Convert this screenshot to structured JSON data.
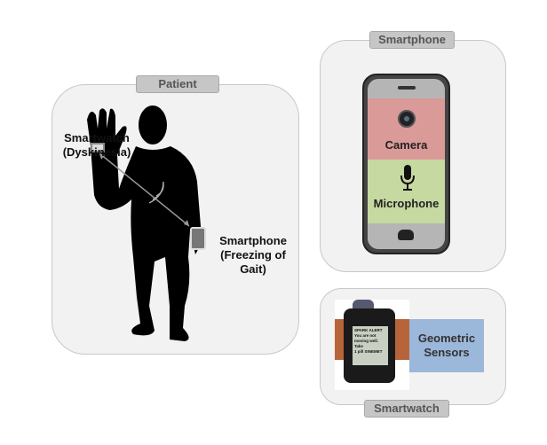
{
  "patient": {
    "title": "Patient",
    "watch_label": [
      "Smartwatch",
      "(Dyskinesia)"
    ],
    "phone_label": [
      "Smartphone",
      "(Freezing of",
      "Gait)"
    ]
  },
  "smartphone": {
    "title": "Smartphone",
    "camera_label": "Camera",
    "microphone_label": "Microphone",
    "colors": {
      "camera": "#d99a98",
      "microphone": "#c6d9a0"
    }
  },
  "smartwatch": {
    "title": "Smartwatch",
    "screen_text": [
      "SPARK ALERT",
      "You are not",
      "moving well. Take",
      "1 pill SINEMET"
    ],
    "sensors_label": [
      "Geometric",
      "Sensors"
    ],
    "colors": {
      "sensors": "#9bb7da"
    }
  }
}
